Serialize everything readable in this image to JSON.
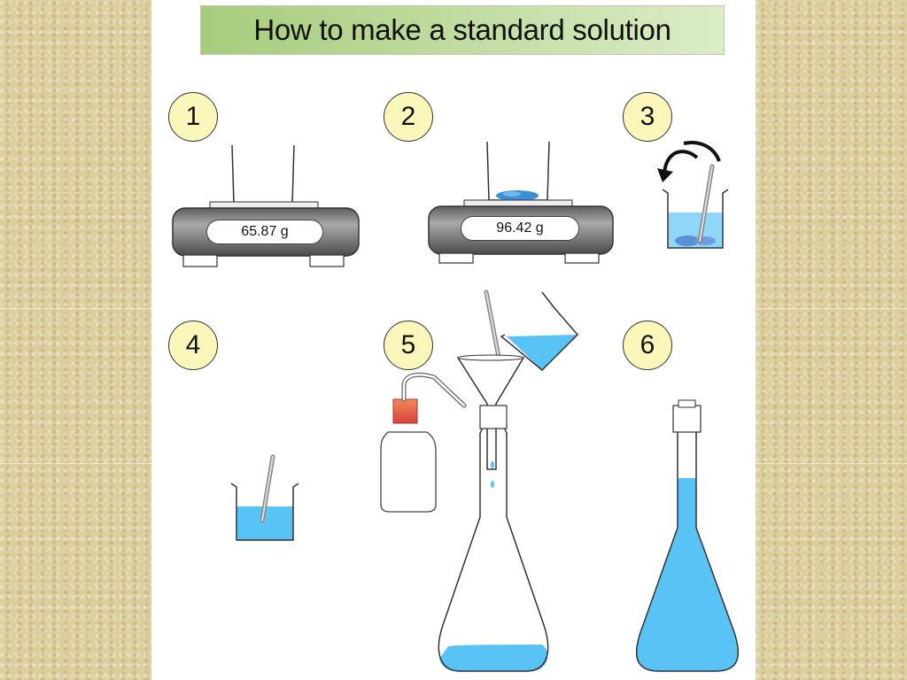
{
  "title": "How to make a standard solution",
  "steps": [
    "1",
    "2",
    "3",
    "4",
    "5",
    "6"
  ],
  "balance_readings": {
    "step1": "65.87 g",
    "step2": "96.42 g"
  },
  "colors": {
    "title_gradient_start": "#a6cc7c",
    "title_gradient_end": "#dbecc6",
    "number_circle": "#fbf7bb",
    "solution_blue": "#5ac3f5",
    "solid_blue": "#3a8fd6",
    "balance_grey": "#7a7a7a",
    "cap_red": "#e0504a",
    "paper_texture": "#dccf9e"
  }
}
